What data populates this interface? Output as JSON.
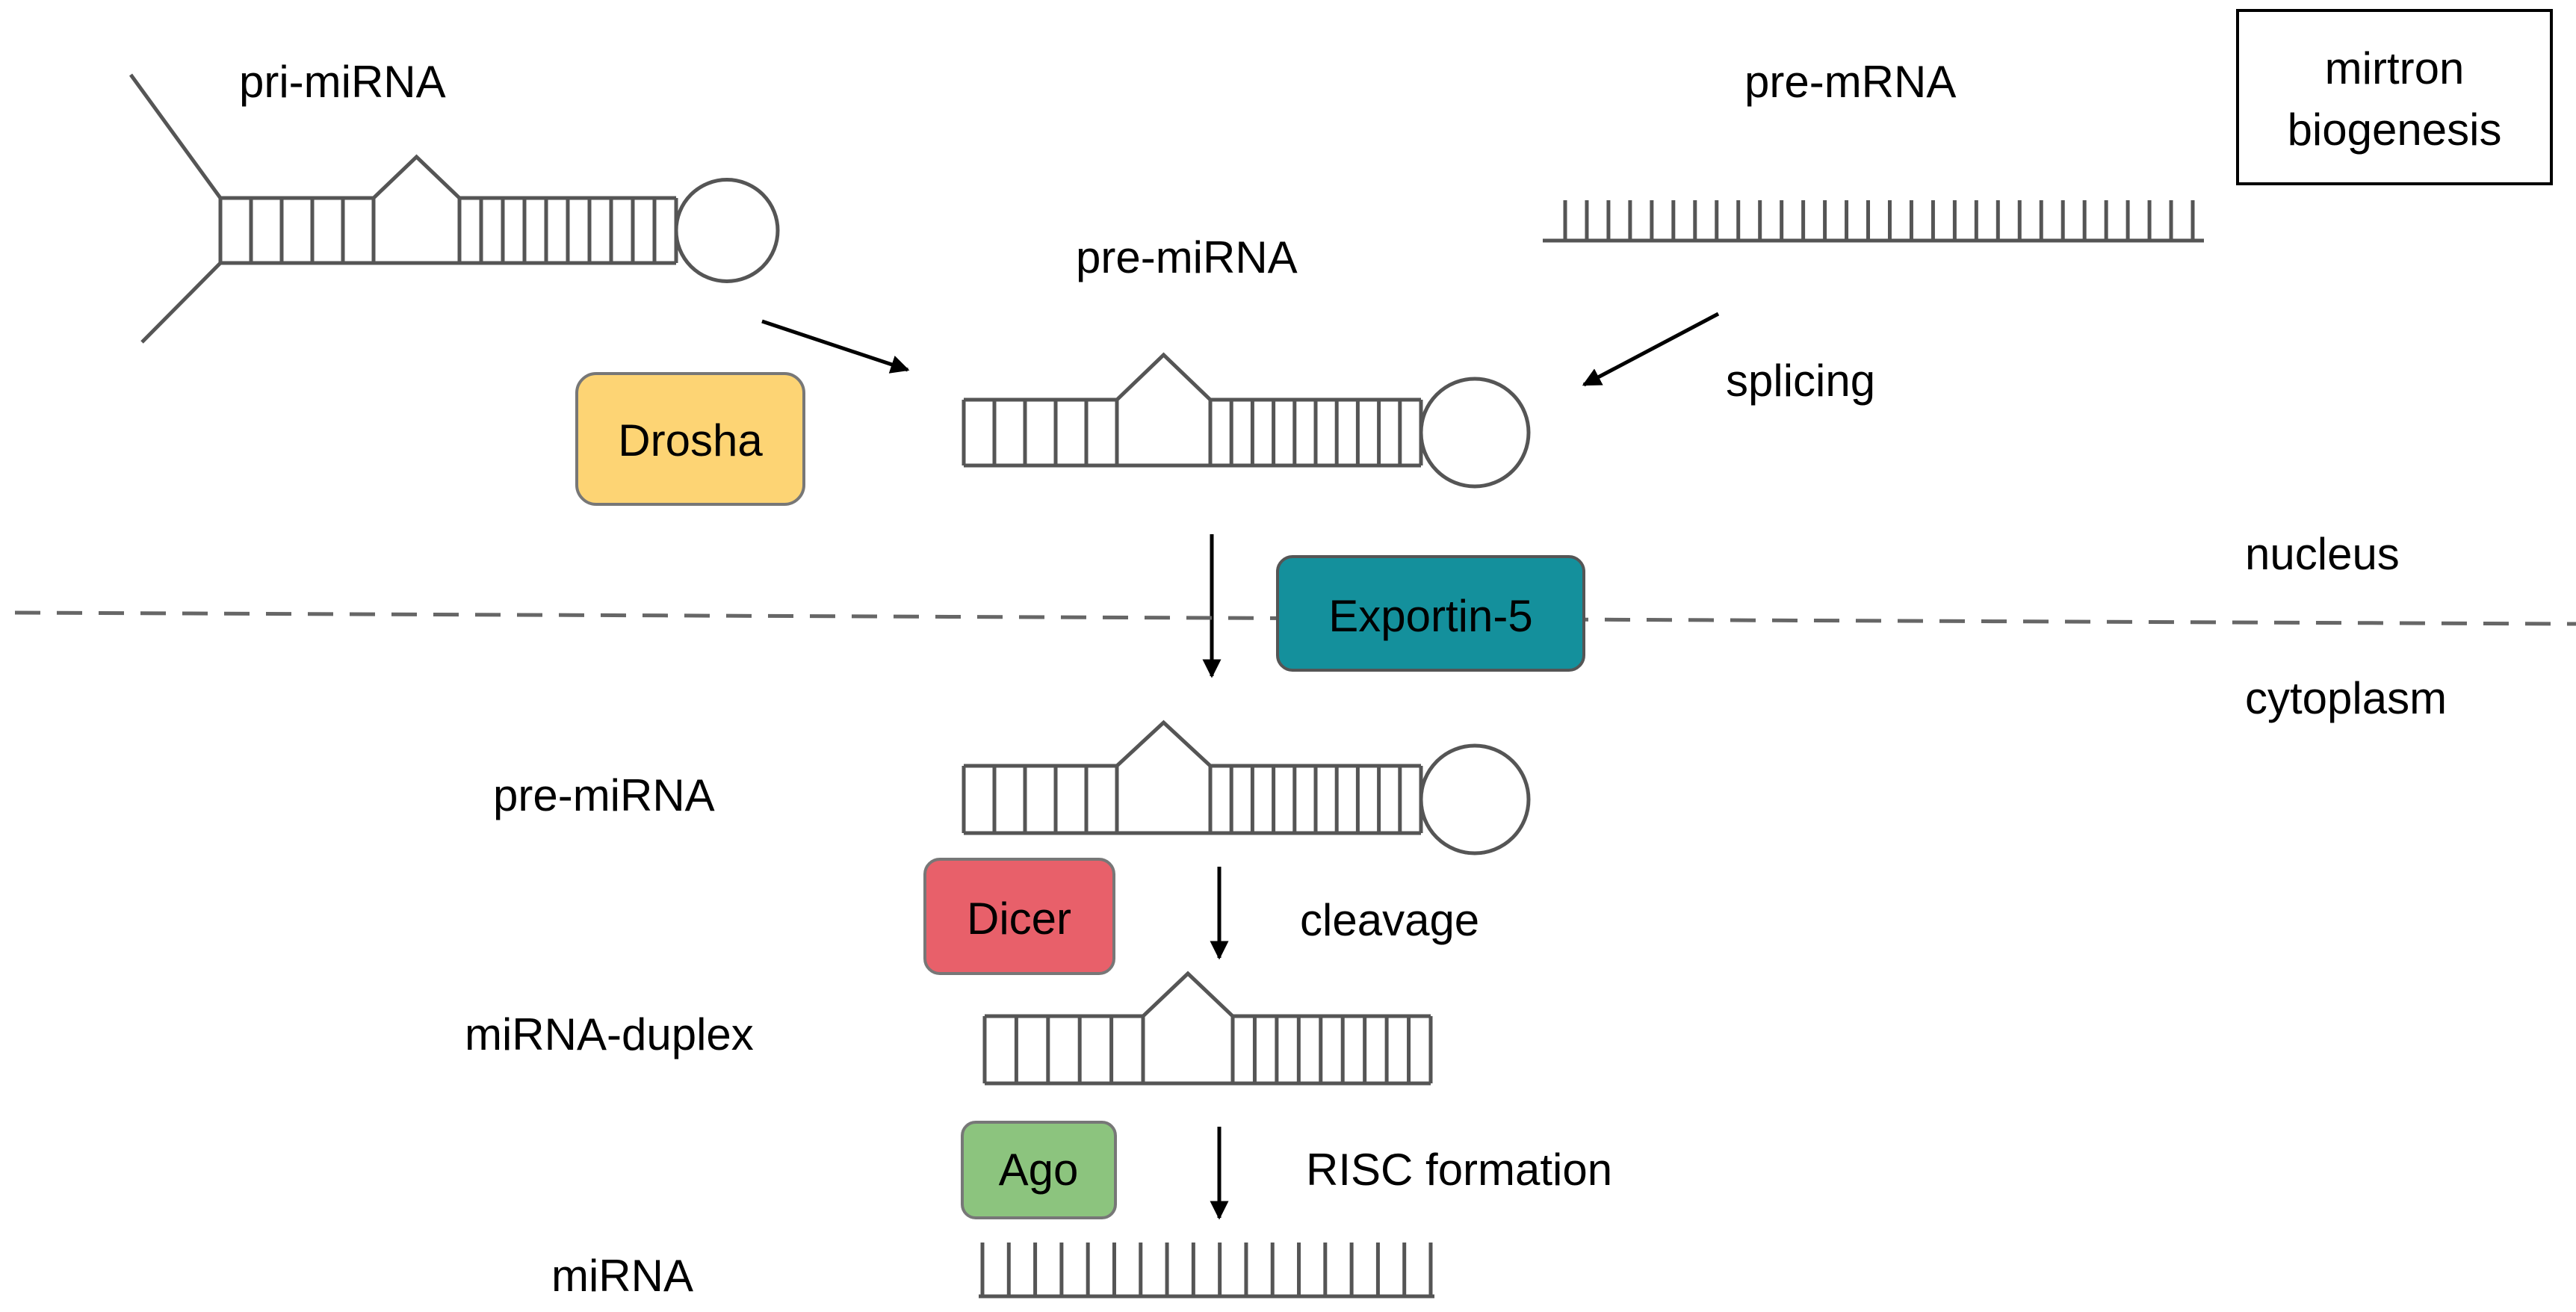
{
  "title_box": "mirtron biogenesis",
  "title_box_lines": [
    "mirtron",
    "biogenesis"
  ],
  "labels": {
    "pri_mirna": "pri-miRNA",
    "pre_mrna": "pre-mRNA",
    "pre_mirna_nucleus": "pre-miRNA",
    "splicing": "splicing",
    "nucleus": "nucleus",
    "cytoplasm": "cytoplasm",
    "pre_mirna_cytoplasm": "pre-miRNA",
    "cleavage": "cleavage",
    "mirna_duplex": "miRNA-duplex",
    "risc_formation": "RISC formation",
    "mirna": "miRNA"
  },
  "proteins": {
    "drosha": {
      "label": "Drosha",
      "color": "#fdd474"
    },
    "exportin5": {
      "label": "Exportin-5",
      "color": "#14909c"
    },
    "dicer": {
      "label": "Dicer",
      "color": "#e8606a"
    },
    "ago": {
      "label": "Ago",
      "color": "#8cc47e"
    }
  }
}
